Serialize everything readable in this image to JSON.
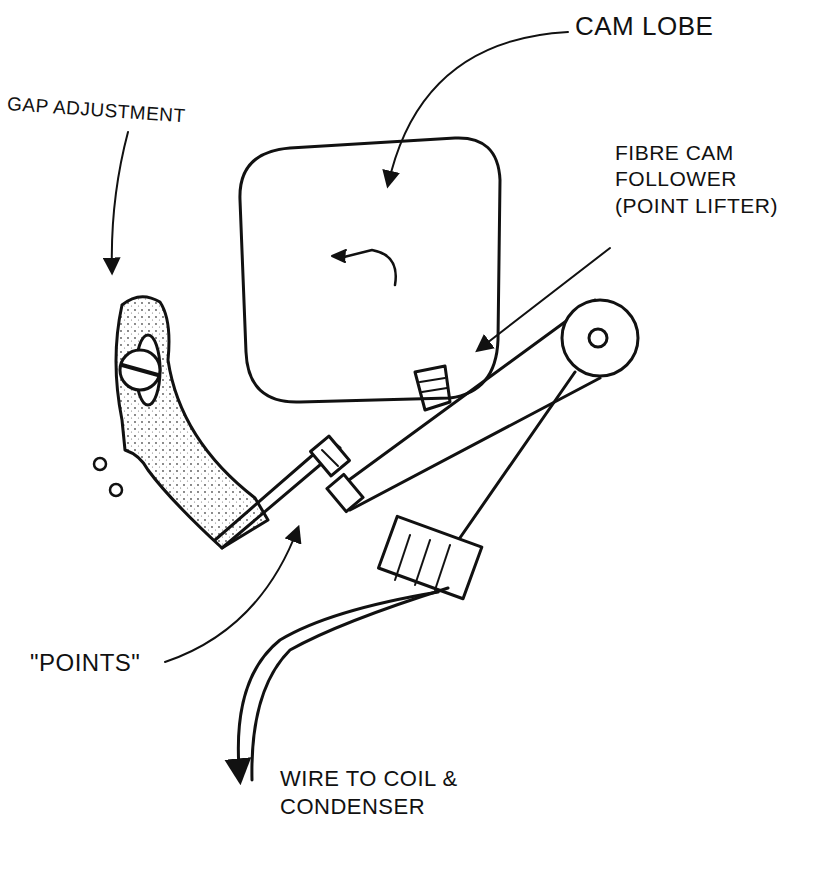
{
  "diagram": {
    "labels": [
      "CAM LOBE",
      "GAP ADJUSTMENT",
      "FIBRE CAM FOLLOWER (POINT LIFTER)",
      "\"POINTS\"",
      "WIRE TO COIL & CONDENSER"
    ]
  }
}
